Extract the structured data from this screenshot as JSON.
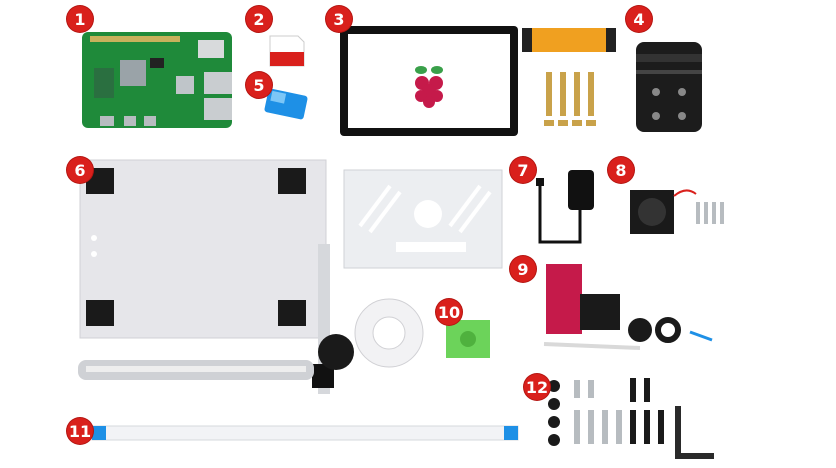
{
  "badges": {
    "b1": "1",
    "b2": "2",
    "b3": "3",
    "b4": "4",
    "b5": "5",
    "b6": "6",
    "b7": "7",
    "b8": "8",
    "b9": "9",
    "b10": "10",
    "b11": "11",
    "b12": "12"
  },
  "colors": {
    "badge": "#d9201c",
    "pcb_green": "#1f8a3a",
    "screen_black": "#111111",
    "ffc_orange": "#f0a020",
    "brass": "#c9a24a",
    "acrylic_gray": "#e6e6ea",
    "green_plate": "#6cd35a",
    "blue_reader": "#1e90e6"
  },
  "icons": [
    "raspberry-pi-logo"
  ]
}
